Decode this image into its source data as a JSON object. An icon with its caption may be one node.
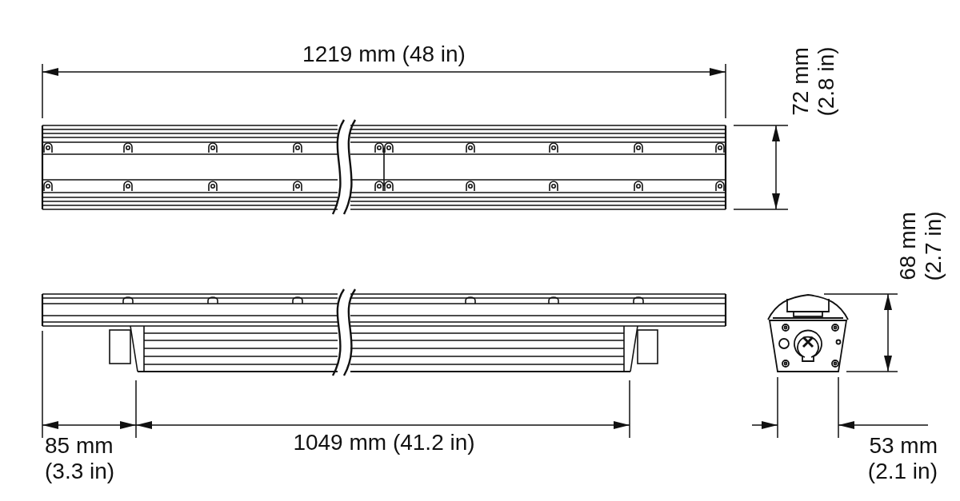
{
  "diagram": {
    "labels": [
      "1219 mm (48 in)",
      "72 mm (2.8 in)",
      "68 mm (2.7 in)",
      "85 mm (3.3 in)",
      "1049 mm (41.2 in)",
      "53 mm (2.1 in)"
    ]
  }
}
